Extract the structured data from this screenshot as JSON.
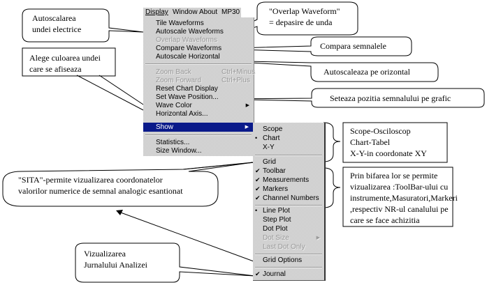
{
  "menubar": {
    "items": [
      {
        "label": "Display",
        "active": true
      },
      {
        "label": "Window"
      },
      {
        "label": "About"
      },
      {
        "label": "MP30"
      }
    ]
  },
  "display_menu": {
    "items": [
      {
        "label": "Tile Waveforms",
        "enabled": true
      },
      {
        "label": "Autoscale Waveforms",
        "enabled": true
      },
      {
        "label": "Overlap Waveforms",
        "enabled": false
      },
      {
        "label": "Compare Waveforms",
        "enabled": true
      },
      {
        "label": "Autoscale Horizontal",
        "enabled": true
      },
      {
        "label": "Zoom Back",
        "shortcut": "Ctrl+Minus",
        "enabled": false
      },
      {
        "label": "Zoom Forward",
        "shortcut": "Ctrl+Plus",
        "enabled": false
      },
      {
        "label": "Reset Chart Display",
        "enabled": true
      },
      {
        "label": "Set Wave Position...",
        "enabled": true
      },
      {
        "label": "Wave Color",
        "submenu": true,
        "enabled": true
      },
      {
        "label": "Horizontal Axis...",
        "enabled": true
      },
      {
        "label": "Show",
        "submenu": true,
        "highlighted": true,
        "enabled": true
      },
      {
        "label": "Statistics...",
        "enabled": true
      },
      {
        "label": "Size Window...",
        "enabled": true
      }
    ]
  },
  "show_menu": {
    "items": [
      {
        "label": "Scope",
        "mark": ""
      },
      {
        "label": "Chart",
        "mark": "•"
      },
      {
        "label": "X-Y",
        "mark": ""
      },
      {
        "label": "Grid",
        "mark": ""
      },
      {
        "label": "Toolbar",
        "mark": "✔"
      },
      {
        "label": "Measurements",
        "mark": "✔"
      },
      {
        "label": "Markers",
        "mark": "✔"
      },
      {
        "label": "Channel Numbers",
        "mark": "✔"
      },
      {
        "label": "Line Plot",
        "mark": "•"
      },
      {
        "label": "Step Plot",
        "mark": ""
      },
      {
        "label": "Dot Plot",
        "mark": ""
      },
      {
        "label": "Dot Size",
        "mark": "",
        "enabled": false,
        "submenu": true
      },
      {
        "label": "Last Dot Only",
        "mark": "",
        "enabled": false
      },
      {
        "label": "Grid Options",
        "mark": ""
      },
      {
        "label": "Journal",
        "mark": "✔"
      }
    ]
  },
  "callouts": {
    "autoscale": [
      "Autoscalarea",
      "undei electrice"
    ],
    "overlap": [
      "\"Overlap Waveform\"",
      "= depasire de unda"
    ],
    "wave_color": [
      "Alege culoarea undei",
      "care se afiseaza"
    ],
    "compare": "Compara semnalele",
    "autoscale_horizontal": "Autoscaleaza pe orizontal",
    "set_position": "Seteaza pozitia semnalului pe  grafic",
    "view_modes": [
      "Scope-Osciloscop",
      "Chart-Tabel",
      "X-Y-in coordonate XY"
    ],
    "toggles": [
      "Prin bifarea lor se permite",
      "vizualizarea :ToolBar-ului cu",
      "instrumente,Masuratori,Markeri",
      ",respectiv NR-ul canalului pe",
      "care se face achizitia"
    ],
    "grid": [
      "\"SITA\"-permite vizualizarea  coordonatelor",
      "valorilor  numerice de semnal analogic esantionat"
    ],
    "journal": [
      "Vizualizarea",
      "Jurnalului Analizei"
    ]
  },
  "colors": {
    "menu_bg": "#c8c8c8",
    "highlight": "#0a1a8a"
  }
}
